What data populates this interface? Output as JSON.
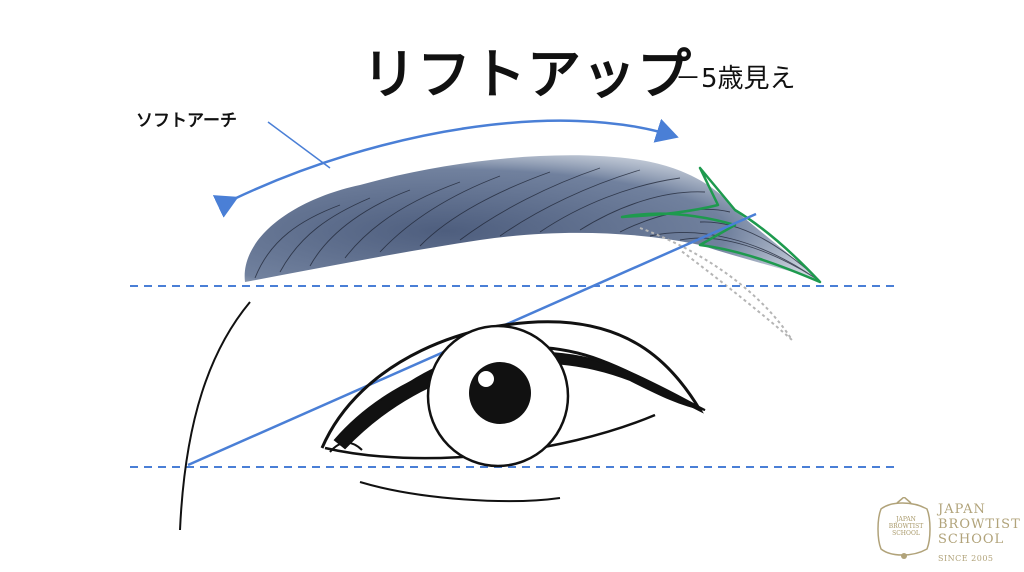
{
  "title": "リフトアップ",
  "subtitle": "－5歳見え",
  "callout_label": "ソフトアーチ",
  "colors": {
    "guide_line": "#4a7fd6",
    "brow": "#5d6d8c",
    "new_tail_outline": "#1e9a4e",
    "old_tail_outline": "#b5b5b5",
    "logo_gold": "#b1a37a"
  },
  "logo": {
    "line1": "JAPAN",
    "line2": "BROWTIST",
    "line3": "SCHOOL",
    "since": "SINCE 2005",
    "seal_text": "JAPAN BROWTIST SCHOOL"
  }
}
